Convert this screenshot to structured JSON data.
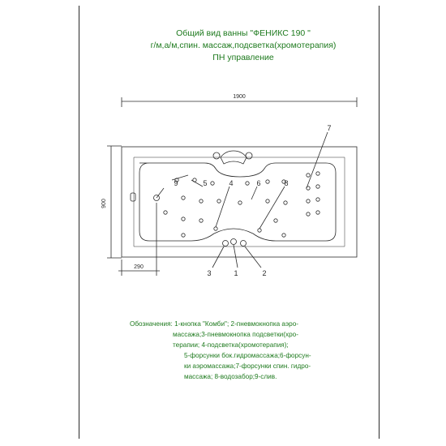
{
  "title": {
    "line1": "Общий вид ванны \"ФЕНИКС 190 \"",
    "line2": "г/м,а/м,спин. массаж,подсветка(хромотерапия)",
    "line3": "ПН управление"
  },
  "dimensions": {
    "length": "1900",
    "width": "900",
    "offset": "290"
  },
  "callouts": [
    "1",
    "2",
    "3",
    "4",
    "5",
    "6",
    "7",
    "8",
    "9"
  ],
  "legend": {
    "lines": [
      "Обозначения: 1-кнопка \"Комби\"; 2-пневмокнопка аэро-",
      "массажа;3-пневмокнопка подсветки(хро-",
      "терапии; 4-подсветка(хромотерапия);",
      "5-форсунки бок.гидромассажа;6-форсун-",
      "ки аэромассажа;7-форсунки спин. гидро-",
      "массажа; 8-водозабор;9-слив."
    ]
  },
  "colors": {
    "text": "#1e7a1e",
    "lines": "#2a2a2a"
  }
}
